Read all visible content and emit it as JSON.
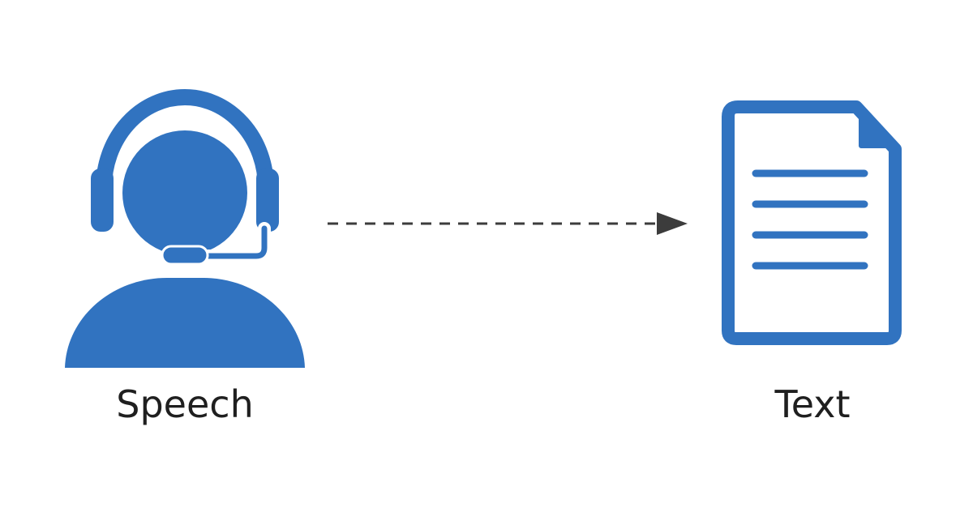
{
  "nodes": {
    "speech": {
      "label": "Speech",
      "icon": "headset-person-icon"
    },
    "text": {
      "label": "Text",
      "icon": "document-icon"
    }
  },
  "connector": {
    "style": "dashed",
    "direction": "speech-to-text"
  },
  "colors": {
    "icon": "#3173c0",
    "arrow": "#3c3c3c",
    "label": "#1f1f1f",
    "background": "#ffffff"
  }
}
